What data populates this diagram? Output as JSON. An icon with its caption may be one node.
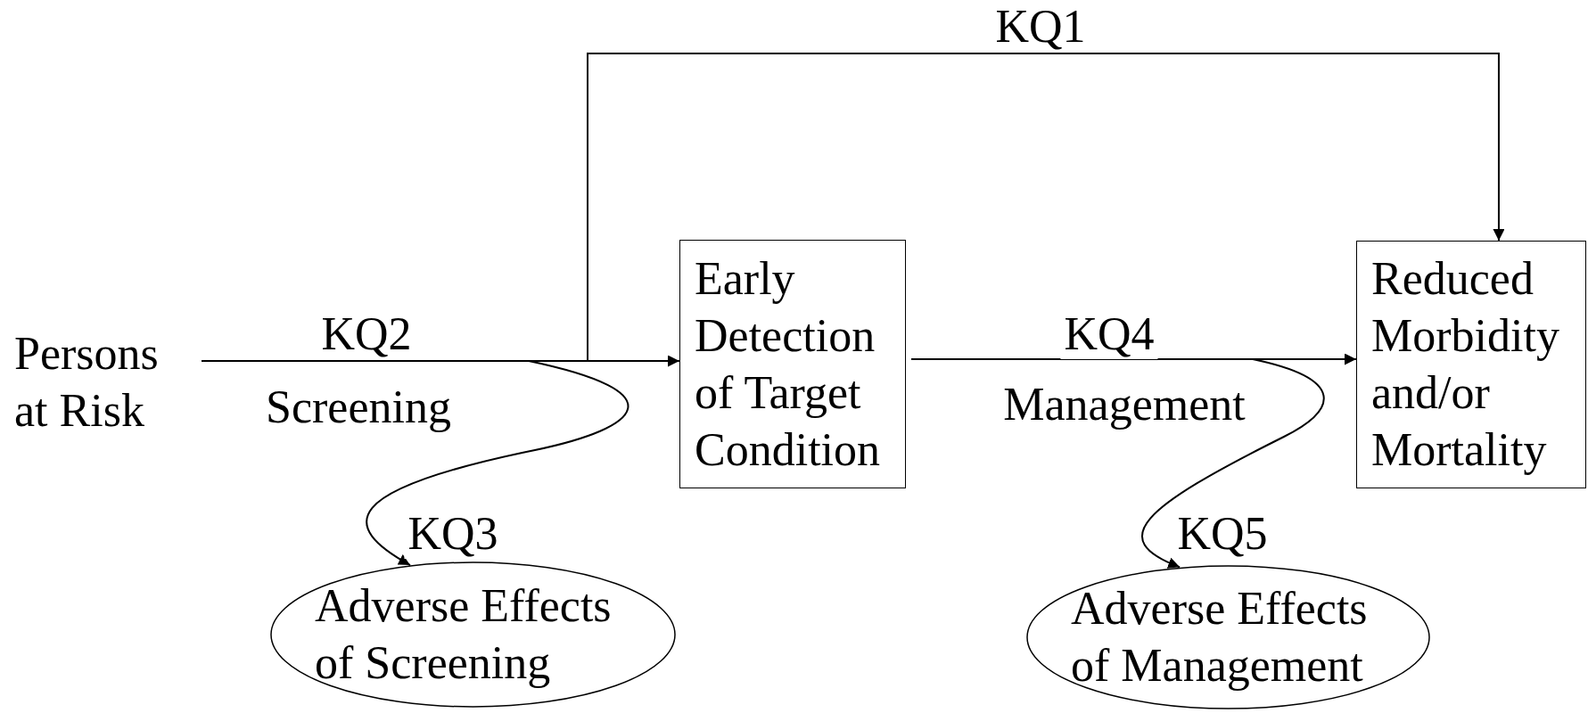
{
  "diagram": {
    "nodes": [
      {
        "text": [
          "Persons at Risk"
        ]
      },
      {
        "text": [
          "Early Detection of Target Condition"
        ]
      },
      {
        "text": [
          "Reduced Morbidity and/or Mortality"
        ]
      },
      {
        "text": [
          "Adverse Effects of Screening"
        ]
      },
      {
        "text": [
          "Adverse Effects of Management"
        ]
      }
    ],
    "edges": [
      {
        "from": 0,
        "to": 1,
        "arrow": "to",
        "label": "KQ2"
      },
      {
        "from": 0,
        "to": 2,
        "arrow": "to",
        "label": "KQ1"
      },
      {
        "from": 0,
        "to": 3,
        "arrow": "to",
        "label": "KQ3"
      },
      {
        "from": 1,
        "to": 2,
        "arrow": "to",
        "label": "KQ4"
      },
      {
        "from": 1,
        "to": 4,
        "arrow": "to",
        "label": "KQ5"
      }
    ],
    "labels": [
      "Screening",
      "Management"
    ]
  }
}
